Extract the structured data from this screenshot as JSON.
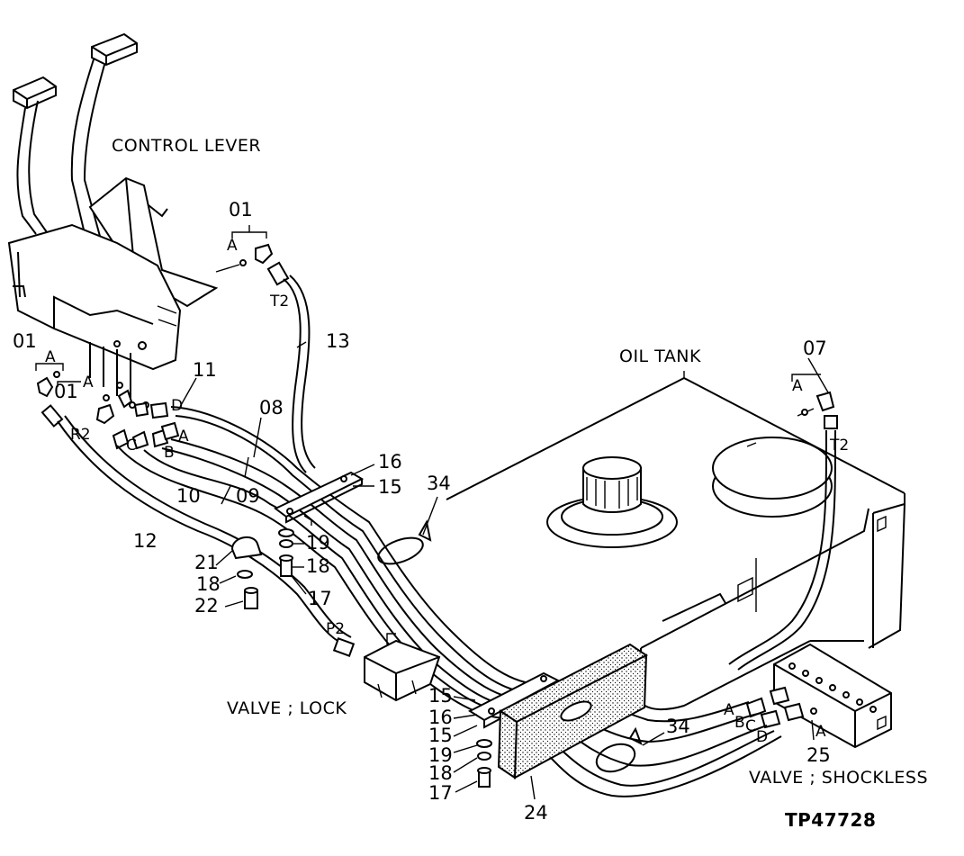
{
  "labels": {
    "control_lever": "CONTROL LEVER",
    "oil_tank": "OIL TANK",
    "valve_lock": "VALVE ; LOCK",
    "valve_shockless": "VALVE ; SHOCKLESS",
    "figure_id": "TP47728"
  },
  "callouts": {
    "c01_top": "01",
    "c01_left": "01",
    "c01_mid": "01",
    "c07": "07",
    "c08": "08",
    "c09": "09",
    "c10": "10",
    "c11": "11",
    "c12": "12",
    "c13": "13",
    "c15_a": "15",
    "c16_a": "16",
    "c19_a": "19",
    "c18_a": "18",
    "c17_a": "17",
    "c21": "21",
    "c18_b": "18",
    "c22": "22",
    "c34_a": "34",
    "c15_b": "15",
    "c16_b": "16",
    "c15_c": "15",
    "c19_b": "19",
    "c18_c": "18",
    "c17_b": "17",
    "c24": "24",
    "c34_b": "34",
    "c25": "25"
  },
  "ports": {
    "a_top": "A",
    "t2_top": "T2",
    "a_left": "A",
    "a_mid": "A",
    "r2": "R2",
    "d_top": "D",
    "a_hose": "A",
    "b_hose": "B",
    "c_hose": "C",
    "p2": "P2",
    "a_tank": "A",
    "t2_tank": "T2",
    "a_valve": "A",
    "b_valve": "B",
    "c_valve": "C",
    "d_valve": "D",
    "a_valve2": "A"
  }
}
